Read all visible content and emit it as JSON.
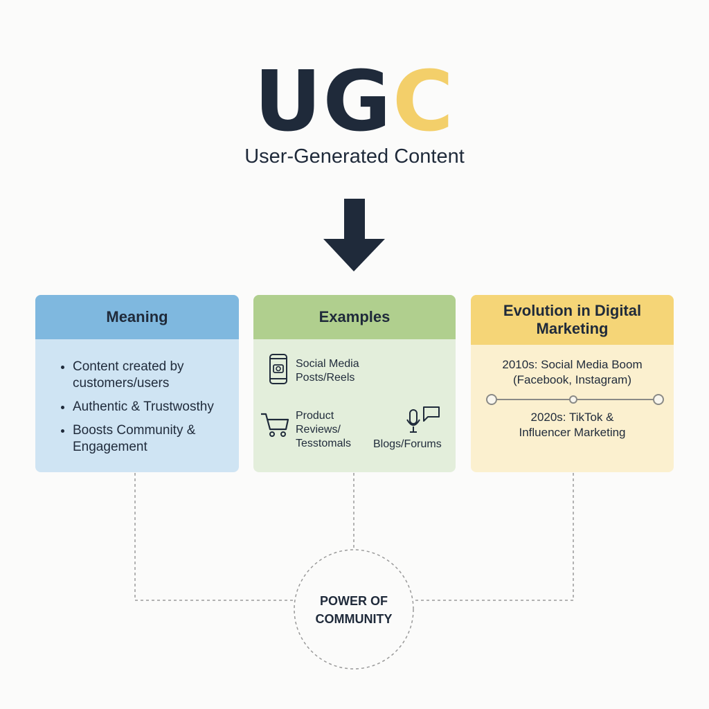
{
  "header": {
    "logo_dark": "UG",
    "logo_gold": "C",
    "subtitle": "User-Generated Content"
  },
  "colors": {
    "dark": "#1f2a3a",
    "gold": "#f3cf6a",
    "meaning_header": "#7fb8df",
    "meaning_body": "#cfe4f3",
    "examples_header": "#b0cf8e",
    "examples_body": "#e3eedb",
    "evolution_header": "#f5d577",
    "evolution_body": "#fbf0cf"
  },
  "cards": {
    "meaning": {
      "title": "Meaning",
      "items": [
        "Content created by customers/users",
        "Authentic & Trustwosthy",
        "Boosts Community & Engagement"
      ]
    },
    "examples": {
      "title": "Examples",
      "items": [
        {
          "icon": "smartphone-camera-icon",
          "label": "Social Media Posts/Reels"
        },
        {
          "icon": "shopping-cart-icon",
          "label": "Product Reviews/ Tesstomals"
        },
        {
          "icon": "microphone-chat-icon",
          "label": "Blogs/Forums"
        }
      ]
    },
    "evolution": {
      "title": "Evolution in Digital Marketing",
      "item_2010s": "2010s: Social Media Boom (Facebook, Instagram)",
      "item_2020s": "2020s: TikTok & Influencer Marketing"
    }
  },
  "center": {
    "label_line1": "POWER OF",
    "label_line2": "COMMUNITY"
  }
}
